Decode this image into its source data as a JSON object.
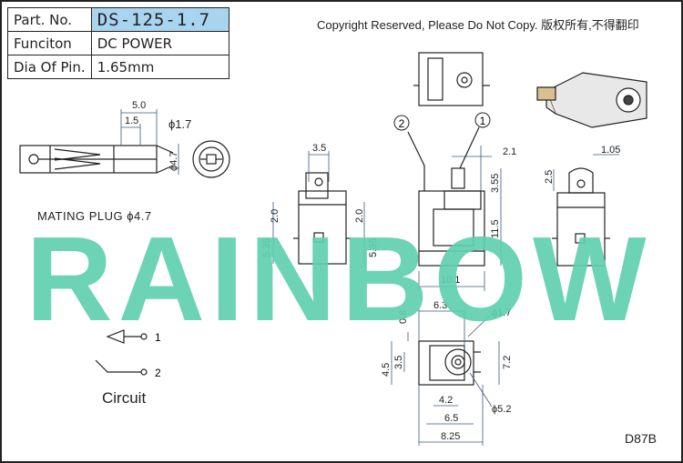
{
  "info": {
    "part_no_label": "Part. No.",
    "part_no": "DS-125-1.7",
    "function_label": "Funciton",
    "function": "DC POWER",
    "pin_label": "Dia Of Pin.",
    "pin": "1.65mm"
  },
  "copyright": "Copyright Reserved, Please Do Not Copy. 版权所有,不得翻印",
  "watermark": "RAINBOW",
  "mating_plug": "MATING PLUG ϕ4.7",
  "circuit_label": "Circuit",
  "model": "D87B",
  "dimensions": {
    "plug_len": "5.0",
    "plug_tip": "1.5",
    "plug_pin_dia": "ϕ1.7",
    "plug_dia": "ϕ4.7",
    "side_top": "3.5",
    "side_a": "2.0",
    "side_b": "2.0",
    "side_c": "5.35",
    "side_d": "5.35",
    "front_gap": "2.1",
    "front_h1": "3.55",
    "front_h2": "11.5",
    "front_w": "10.1",
    "right_top": "1.05",
    "right_a": "2.5",
    "bot_w1": "6.3",
    "bot_h1": "0.8",
    "bot_pin": "ϕ1.7",
    "bot_h2": "7.2",
    "bot_h3": "4.5",
    "bot_h4": "3.5",
    "bot_w2": "4.2",
    "bot_hole": "ϕ5.2",
    "bot_w3": "6.5",
    "bot_w4": "8.25"
  },
  "callouts": {
    "pin2": "2",
    "pin1": "1"
  },
  "circuit_pins": {
    "p1": "1",
    "p2": "2"
  },
  "colors": {
    "watermark": "#5fcfae",
    "table_highlight": "#a8d4f0",
    "line": "#222222",
    "dim": "#3a5a7a"
  }
}
